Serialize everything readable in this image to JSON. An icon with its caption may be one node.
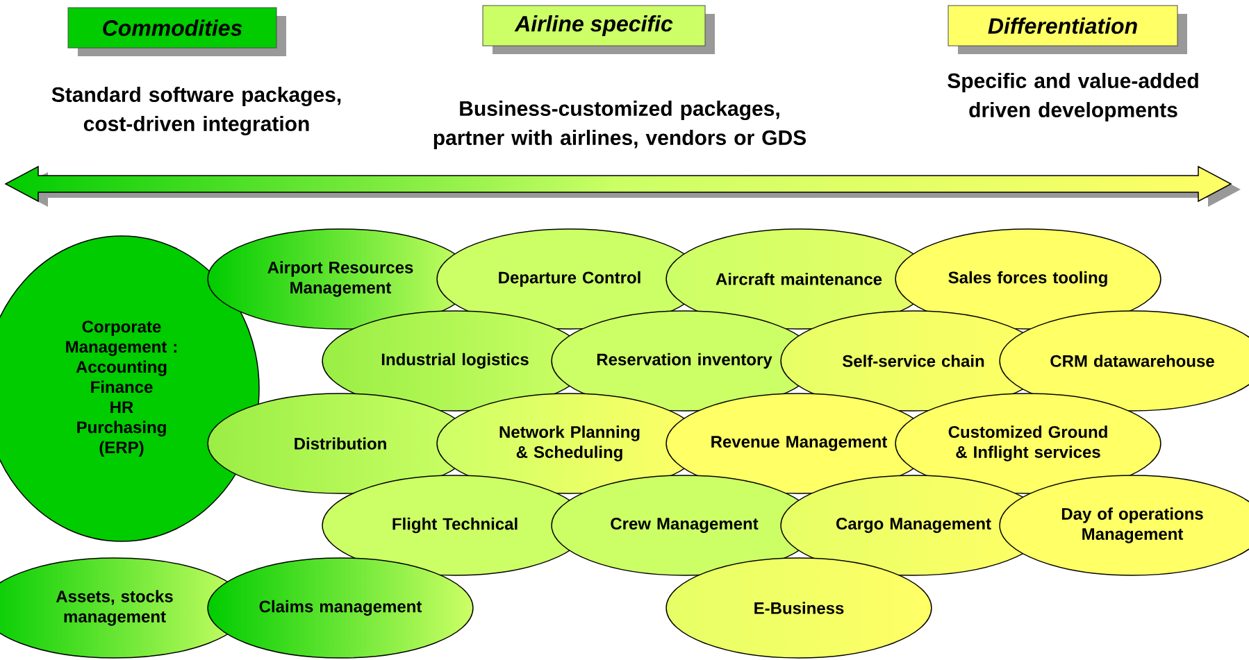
{
  "diagram": {
    "nodes": [
      {
        "text": [
          "Commodities"
        ],
        "beside": [
          "Standard software packages, cost-driven integration"
        ]
      },
      {
        "text": [
          "Airline specific"
        ],
        "beside": [
          "Business-customized packages, partner with airlines, vendors or GDS"
        ]
      },
      {
        "text": [
          "Differentiation"
        ],
        "beside": [
          "Specific and value-added driven developments"
        ]
      },
      {
        "text": [
          "Corporate Management :",
          "Accounting",
          "Finance",
          "HR",
          "Purchasing",
          "(ERP)"
        ]
      },
      {
        "text": [
          "Airport Resources Management"
        ]
      },
      {
        "text": [
          "Departure Control"
        ]
      },
      {
        "text": [
          "Aircraft maintenance"
        ]
      },
      {
        "text": [
          "Sales forces tooling"
        ]
      },
      {
        "text": [
          "Industrial logistics"
        ]
      },
      {
        "text": [
          "Reservation inventory"
        ]
      },
      {
        "text": [
          "Self-service chain"
        ]
      },
      {
        "text": [
          "CRM datawarehouse"
        ]
      },
      {
        "text": [
          "Distribution"
        ]
      },
      {
        "text": [
          "Network Planning & Scheduling"
        ]
      },
      {
        "text": [
          "Revenue Management"
        ]
      },
      {
        "text": [
          "Customized Ground & Inflight services"
        ]
      },
      {
        "text": [
          "Flight Technical"
        ]
      },
      {
        "text": [
          "Crew Management"
        ]
      },
      {
        "text": [
          "Cargo Management"
        ]
      },
      {
        "text": [
          "Day of operations Management"
        ]
      },
      {
        "text": [
          "Assets, stocks management"
        ]
      },
      {
        "text": [
          "Claims management"
        ]
      },
      {
        "text": [
          "E-Business"
        ]
      }
    ]
  }
}
